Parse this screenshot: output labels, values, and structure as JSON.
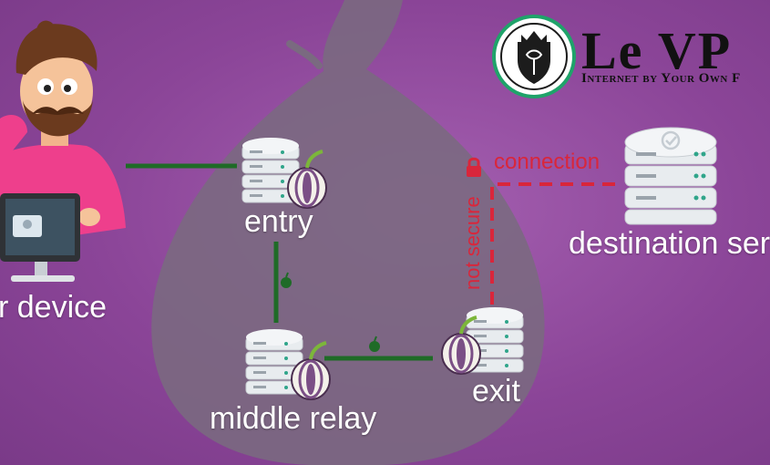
{
  "brand": {
    "name": "Le VP",
    "tagline": "Internet by Your Own F",
    "logo_icon": "crowned-shield-logo-icon"
  },
  "nodes": {
    "device": {
      "label": "r device",
      "icon": "laptop-user-icon"
    },
    "entry": {
      "label": "entry",
      "icon": "server-onion-icon"
    },
    "middle": {
      "label": "middle relay",
      "icon": "server-onion-icon"
    },
    "exit": {
      "label": "exit",
      "icon": "server-onion-icon"
    },
    "destination": {
      "label": "destination serve",
      "icon": "server-check-icon"
    }
  },
  "connection": {
    "label": "connection",
    "status": "not secure",
    "icon": "lock-icon"
  },
  "links": {
    "encrypted_icon": "onion-icon"
  },
  "colors": {
    "background": "#8b4598",
    "onion_silhouette": "#7a6a80",
    "encrypted_link": "#1f6b27",
    "insecure_link": "#d9263b",
    "logo_ring": "#1fa36a"
  }
}
